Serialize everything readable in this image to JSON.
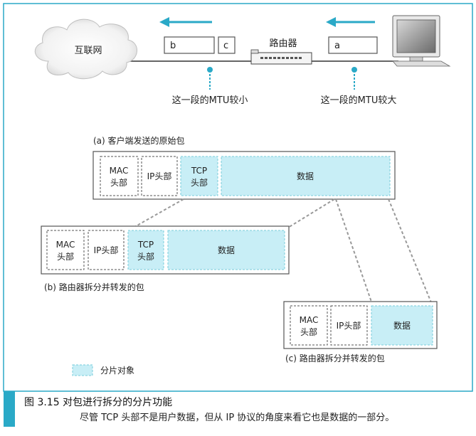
{
  "top": {
    "internet_label": "互联网",
    "router_label": "路由器",
    "packet_b": "b",
    "packet_c": "c",
    "packet_a": "a",
    "mtu_small": "这一段的MTU较小",
    "mtu_large": "这一段的MTU较大"
  },
  "section_a": {
    "label": "(a) 客户端发送的原始包",
    "mac_line1": "MAC",
    "mac_line2": "头部",
    "ip": "IP头部",
    "tcp_line1": "TCP",
    "tcp_line2": "头部",
    "data": "数据"
  },
  "section_b": {
    "label": "(b) 路由器拆分并转发的包",
    "mac_line1": "MAC",
    "mac_line2": "头部",
    "ip": "IP头部",
    "tcp_line1": "TCP",
    "tcp_line2": "头部",
    "data": "数据"
  },
  "section_c": {
    "label": "(c) 路由器拆分并转发的包",
    "mac_line1": "MAC",
    "mac_line2": "头部",
    "ip": "IP头部",
    "data": "数据"
  },
  "legend": {
    "label": "分片对象"
  },
  "caption": {
    "title": "图 3.15   对包进行拆分的分片功能",
    "body": "尽管 TCP 头部不是用户数据，但从 IP 协议的角度来看它也是数据的一部分。"
  },
  "colors": {
    "accent": "#2aa9c7",
    "fragment_fill": "#c8eef6"
  }
}
